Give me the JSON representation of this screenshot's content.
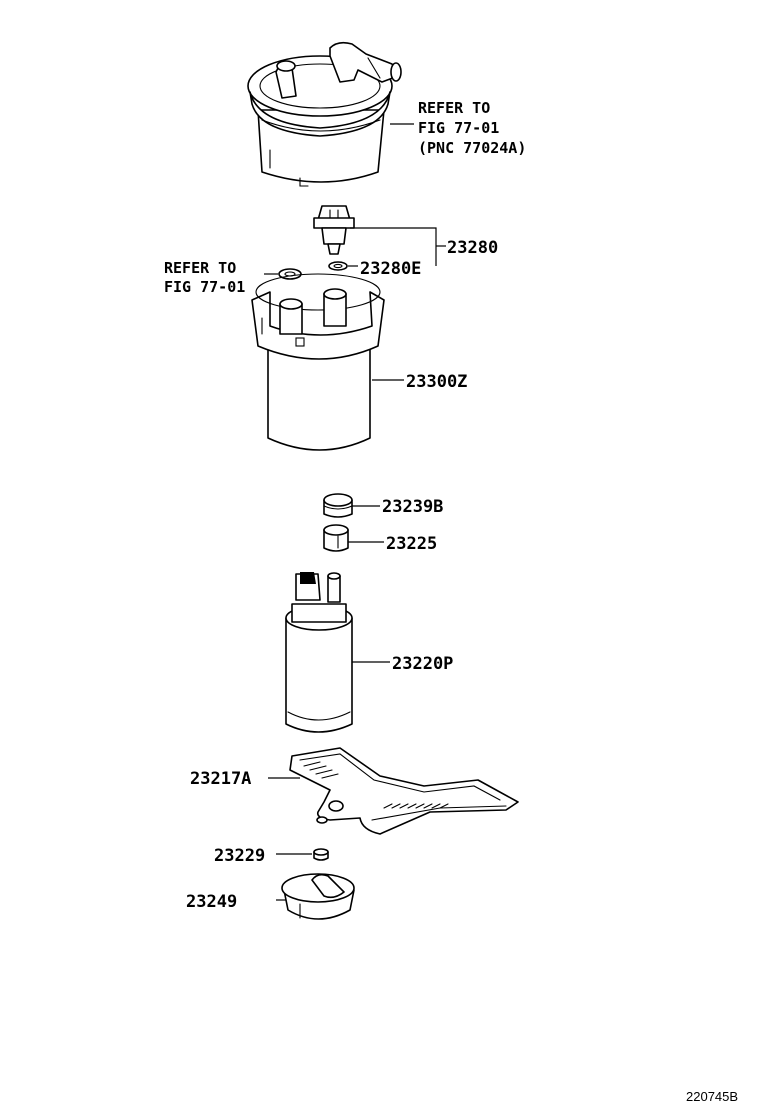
{
  "callouts": {
    "fuel_filter_ref_line1": "REFER TO",
    "fuel_filter_ref_line2": "FIG 77-01",
    "fuel_filter_ref_line3": "(PNC 77024A)",
    "oring_ref_line1": "REFER TO",
    "oring_ref_line2": "FIG 77-01"
  },
  "parts": {
    "p23280": "23280",
    "p23280E": "23280E",
    "p23300Z": "23300Z",
    "p23239B": "23239B",
    "p23225": "23225",
    "p23220P": "23220P",
    "p23217A": "23217A",
    "p23229": "23229",
    "p23249": "23249"
  },
  "figure_id": "220745B",
  "icons": {
    "fuel_filter": "fuel-filter-icon",
    "regulator": "pressure-regulator-icon",
    "oring": "o-ring-icon",
    "filter_case": "fuel-filter-case-icon",
    "cushion": "cushion-rubber-icon",
    "grommet": "grommet-icon",
    "pump": "fuel-pump-icon",
    "wire": "wire-harness-icon",
    "clamp": "clamp-icon",
    "cushion_bottom": "pump-cushion-icon"
  }
}
